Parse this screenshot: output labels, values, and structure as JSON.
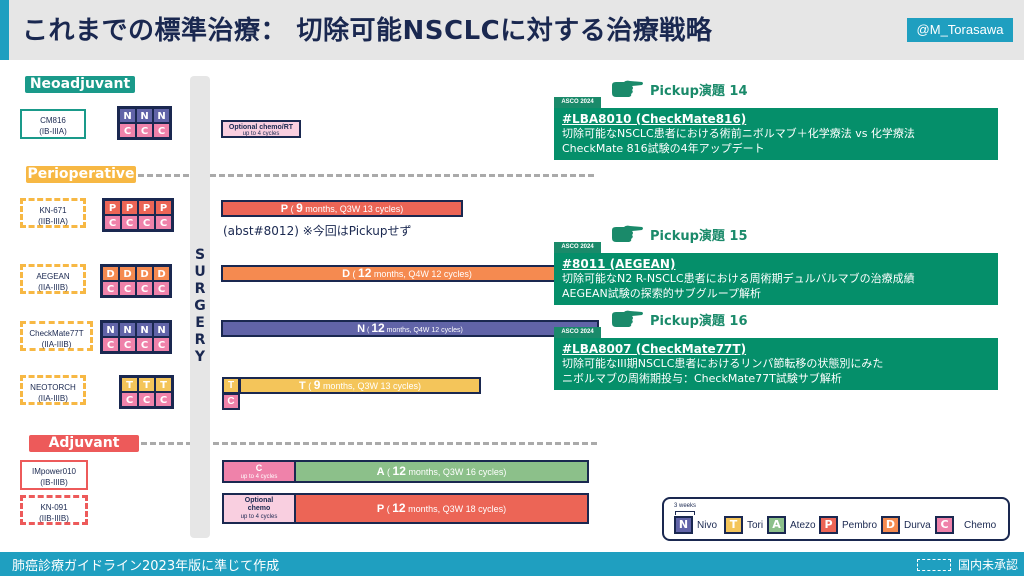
{
  "header": {
    "title": "これまでの標準治療： 切除可能NSCLCに対する治療戦略",
    "handle": "@M_Torasawa"
  },
  "footer": {
    "source": "肺癌診療ガイドライン2023年版に準じて作成",
    "legend_note": "国内未承認"
  },
  "sections": {
    "neoadjuvant": "Neoadjuvant",
    "perioperative": "Perioperative",
    "adjuvant": "Adjuvant"
  },
  "surgery_label": [
    "S",
    "U",
    "R",
    "G",
    "E",
    "R",
    "Y"
  ],
  "trials": [
    {
      "name": "CM816",
      "stage": "(IB-IIIA)",
      "grid_top": [
        "N",
        "N",
        "N"
      ],
      "grid_bottom": [
        "C",
        "C",
        "C"
      ]
    },
    {
      "name": "KN-671",
      "stage": "(IIB-IIIA)",
      "grid_top": [
        "P",
        "P",
        "P",
        "P"
      ],
      "grid_bottom": [
        "C",
        "C",
        "C",
        "C"
      ]
    },
    {
      "name": "AEGEAN",
      "stage": "(IIA-IIIB)",
      "grid_top": [
        "D",
        "D",
        "D",
        "D"
      ],
      "grid_bottom": [
        "C",
        "C",
        "C",
        "C"
      ]
    },
    {
      "name": "CheckMate77T",
      "stage": "(IIA-IIIB)",
      "grid_top": [
        "N",
        "N",
        "N",
        "N"
      ],
      "grid_bottom": [
        "C",
        "C",
        "C",
        "C"
      ]
    },
    {
      "name": "NEOTORCH",
      "stage": "(IIA-IIIB)",
      "grid_top": [
        "T",
        "T",
        "T"
      ],
      "grid_bottom": [
        "C",
        "C",
        "C"
      ]
    },
    {
      "name": "IMpower010",
      "stage": "(IB-IIIB)"
    },
    {
      "name": "KN-091",
      "stage": "(IIB-IIIB)"
    }
  ],
  "post_surgery": {
    "cm816_optional": {
      "line1": "Optional chemo/RT",
      "line2": "up to 4 cycles"
    },
    "kn671": {
      "drug": "P",
      "open": " ( ",
      "months": "9",
      "detail": " months, Q3W 13 cycles)"
    },
    "kn671_note": "(abst#8012) ※今回はPickupせず",
    "aegean": {
      "drug": "D",
      "open": " ( ",
      "months": "12",
      "detail": " months, Q4W 12 cycles)"
    },
    "cm77t": {
      "drug": "N",
      "open": " ( ",
      "months": "12",
      "detail": " months, Q4W 12 cycles)"
    },
    "neotorch_cells": [
      "T",
      "C"
    ],
    "neotorch": {
      "drug": "T",
      "open": " ( ",
      "months": "9",
      "detail": " months, Q3W 13 cycles)"
    },
    "impower_c": {
      "drug": "C",
      "sub": "up to 4 cycles"
    },
    "impower": {
      "drug": "A",
      "open": " ( ",
      "months": "12",
      "detail": " months, Q3W 16 cycles)"
    },
    "kn091_opt": {
      "line1": "Optional",
      "line2": "chemo",
      "line3": "up to 4 cycles"
    },
    "kn091": {
      "drug": "P",
      "open": " ( ",
      "months": "12",
      "detail": " months, Q3W 18 cycles)"
    }
  },
  "pickups": [
    {
      "title": "Pickup演題 14",
      "badge": "ASCO 2024",
      "id": "#LBA8010 (CheckMate816)",
      "desc1": "切除可能なNSCLC患者における術前ニボルマブ＋化学療法 vs 化学療法",
      "desc2": "CheckMate 816試験の4年アップデート"
    },
    {
      "title": "Pickup演題 15",
      "badge": "ASCO 2024",
      "id": "#8011 (AEGEAN)",
      "desc1": "切除可能なN2 R-NSCLC患者における周術期デュルバルマブの治療成績",
      "desc2": "AEGEAN試験の探索的サブグループ解析"
    },
    {
      "title": "Pickup演題 16",
      "badge": "ASCO 2024",
      "id": "#LBA8007 (CheckMate77T)",
      "desc1": "切除可能なIII期NSCLC患者におけるリンパ節転移の状態別にみた",
      "desc2": "ニボルマブの周術期投与：CheckMate77T試験サブ解析"
    }
  ],
  "legend": {
    "weeks": "3 weeks",
    "items": [
      {
        "key": "N",
        "label": "Nivo",
        "color": "#6164a8"
      },
      {
        "key": "T",
        "label": "Tori",
        "color": "#f4c55a"
      },
      {
        "key": "A",
        "label": "Atezo",
        "color": "#8cc08a"
      },
      {
        "key": "P",
        "label": "Pembro",
        "color": "#ec6556"
      },
      {
        "key": "D",
        "label": "Durva",
        "color": "#f58a50"
      },
      {
        "key": "C",
        "label": "Chemo",
        "color": "#ef82aa"
      }
    ]
  },
  "colors": {
    "accent": "#1f9fc0",
    "title": "#1a2850",
    "pickup_green": "#058f6a",
    "neoadjuvant": "#1a9a8a",
    "perioperative": "#f7b844",
    "adjuvant": "#ed5a5a"
  }
}
